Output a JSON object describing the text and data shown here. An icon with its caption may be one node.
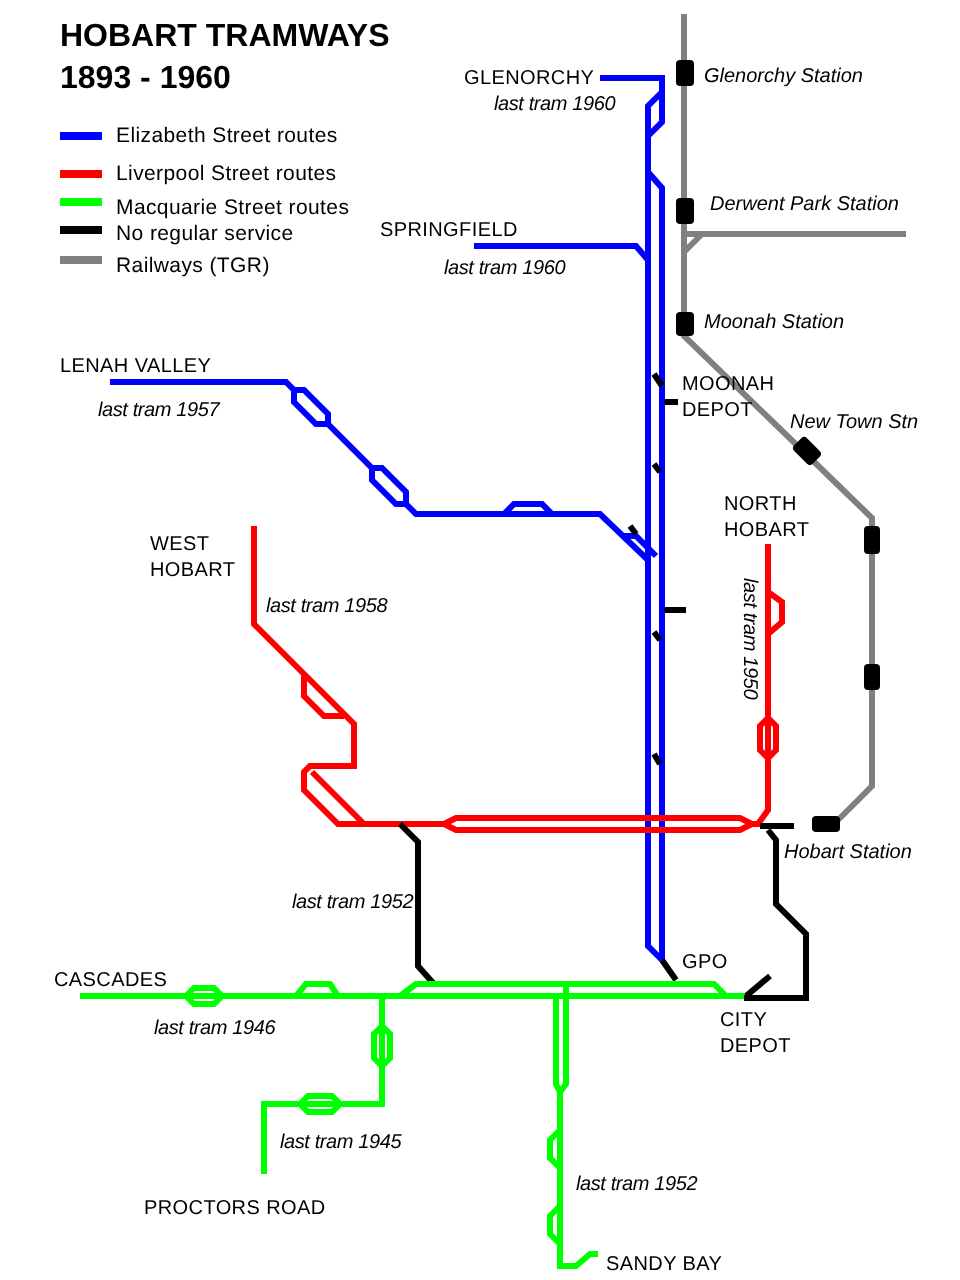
{
  "diagram": {
    "title": "HOBART TRAMWAYS 1893 - 1960",
    "labels": [
      "GLENORCHY",
      "last tram 1960",
      "Glenorchy Station",
      "Derwent Park Station",
      "SPRINGFIELD",
      "last tram 1960",
      "Moonah Station",
      "LENAH VALLEY",
      "MOONAH DEPOT",
      "last tram 1957",
      "New Town Stn",
      "WEST HOBART",
      "NORTH HOBART",
      "last tram 1958",
      "last tram 1950",
      "Hobart Station",
      "last tram 1952",
      "GPO",
      "CASCADES",
      "CITY DEPOT",
      "last tram 1946",
      "last tram 1945",
      "last tram 1952",
      "PROCTORS ROAD",
      "SANDY BAY"
    ],
    "legend": [
      {
        "text": "Elizabeth Street routes",
        "color": "#0000ff"
      },
      {
        "text": "Liverpool Street routes",
        "color": "#ff0000"
      },
      {
        "text": "Macquarie Street routes",
        "color": "#00ff00"
      },
      {
        "text": "No regular service",
        "color": "#000000"
      },
      {
        "text": "Railways (TGR)",
        "color": "#808080"
      }
    ]
  }
}
